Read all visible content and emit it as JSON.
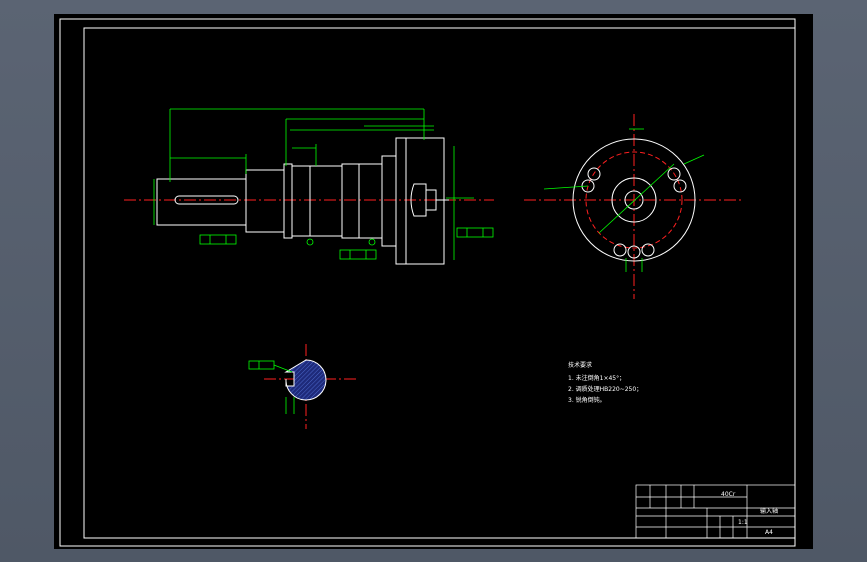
{
  "drawing": {
    "notes": {
      "title": "技术要求",
      "lines": [
        "1. 未注倒角1×45°；",
        "2. 调质处理HB220~250；",
        "3. 锐角倒钝。"
      ]
    },
    "title_block": {
      "material": "40Cr",
      "part_name": "输入轴",
      "scale": "1:1",
      "drawing_no": "A4"
    },
    "colors": {
      "background": "#000000",
      "outline": "#ffffff",
      "dimension": "#00ff00",
      "centerline": "#ff2020",
      "hatch": "#1e2a7a"
    }
  }
}
